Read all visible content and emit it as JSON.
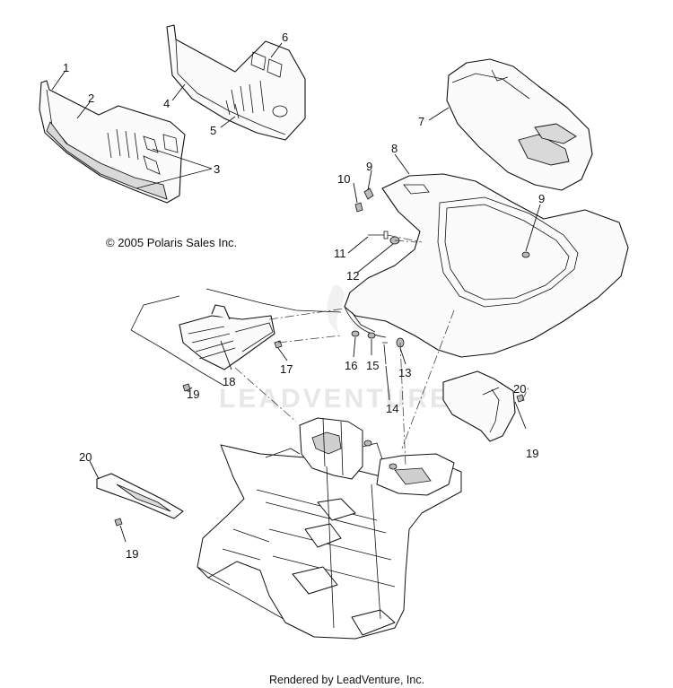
{
  "copyright": "© 2005 Polaris Sales Inc.",
  "footer": "Rendered by LeadVenture, Inc.",
  "watermark": "LEADVENTURE",
  "callouts": {
    "c1": "1",
    "c2": "2",
    "c3": "3",
    "c4": "4",
    "c5": "5",
    "c6": "6",
    "c7": "7",
    "c8": "8",
    "c9a": "9",
    "c9b": "9",
    "c10": "10",
    "c11": "11",
    "c12": "12",
    "c13": "13",
    "c14": "14",
    "c15": "15",
    "c16": "16",
    "c17": "17",
    "c18": "18",
    "c19a": "19",
    "c19b": "19",
    "c19c": "19",
    "c20a": "20",
    "c20b": "20"
  }
}
